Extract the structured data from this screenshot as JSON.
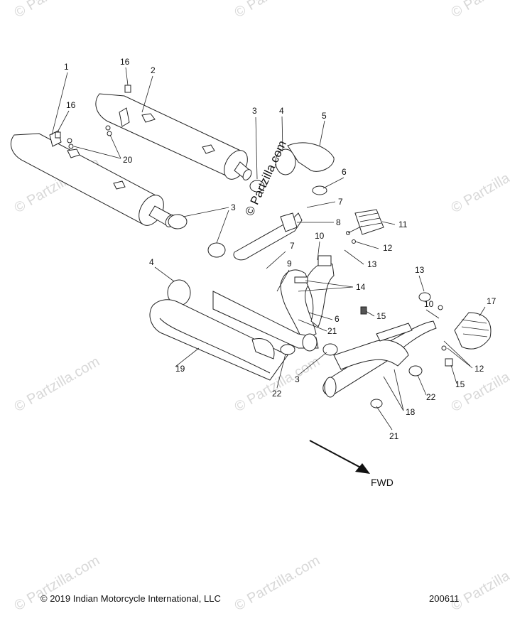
{
  "diagram": {
    "watermark_text": "© Partzilla.com",
    "center_watermark": "© Partzilla.com",
    "fwd_label": "FWD",
    "copyright": "© 2019 Indian Motorcycle International, LLC",
    "diagram_number": "200611",
    "callouts": [
      "1",
      "2",
      "3",
      "3",
      "3",
      "4",
      "4",
      "5",
      "6",
      "6",
      "7",
      "7",
      "8",
      "9",
      "10",
      "10",
      "11",
      "12",
      "12",
      "13",
      "13",
      "14",
      "15",
      "15",
      "16",
      "16",
      "17",
      "18",
      "19",
      "20",
      "21",
      "21",
      "22",
      "22"
    ]
  }
}
